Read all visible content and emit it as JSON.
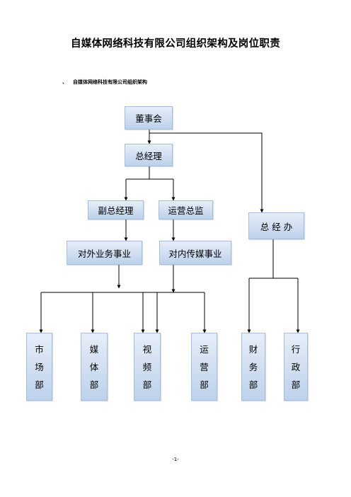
{
  "title": "自媒体网络科技有限公司组织架构及岗位职责",
  "section": {
    "marker": "、",
    "heading": "自媒体网络科技有限公司组织架构"
  },
  "nodes": {
    "board": "董事会",
    "gm": "总经理",
    "vgm": "副总经理",
    "ops_director": "运营总监",
    "gm_office": "总 经 办",
    "external": "对外业务事业",
    "internal": "对内传媒事业",
    "market": [
      "市",
      "场",
      "部"
    ],
    "media": [
      "媒",
      "体",
      "部"
    ],
    "video": [
      "视",
      "频",
      "部"
    ],
    "operations": [
      "运",
      "营",
      "部"
    ],
    "finance": [
      "财",
      "务",
      "部"
    ],
    "admin": [
      "行",
      "政",
      "部"
    ]
  },
  "page_number": "-1-"
}
